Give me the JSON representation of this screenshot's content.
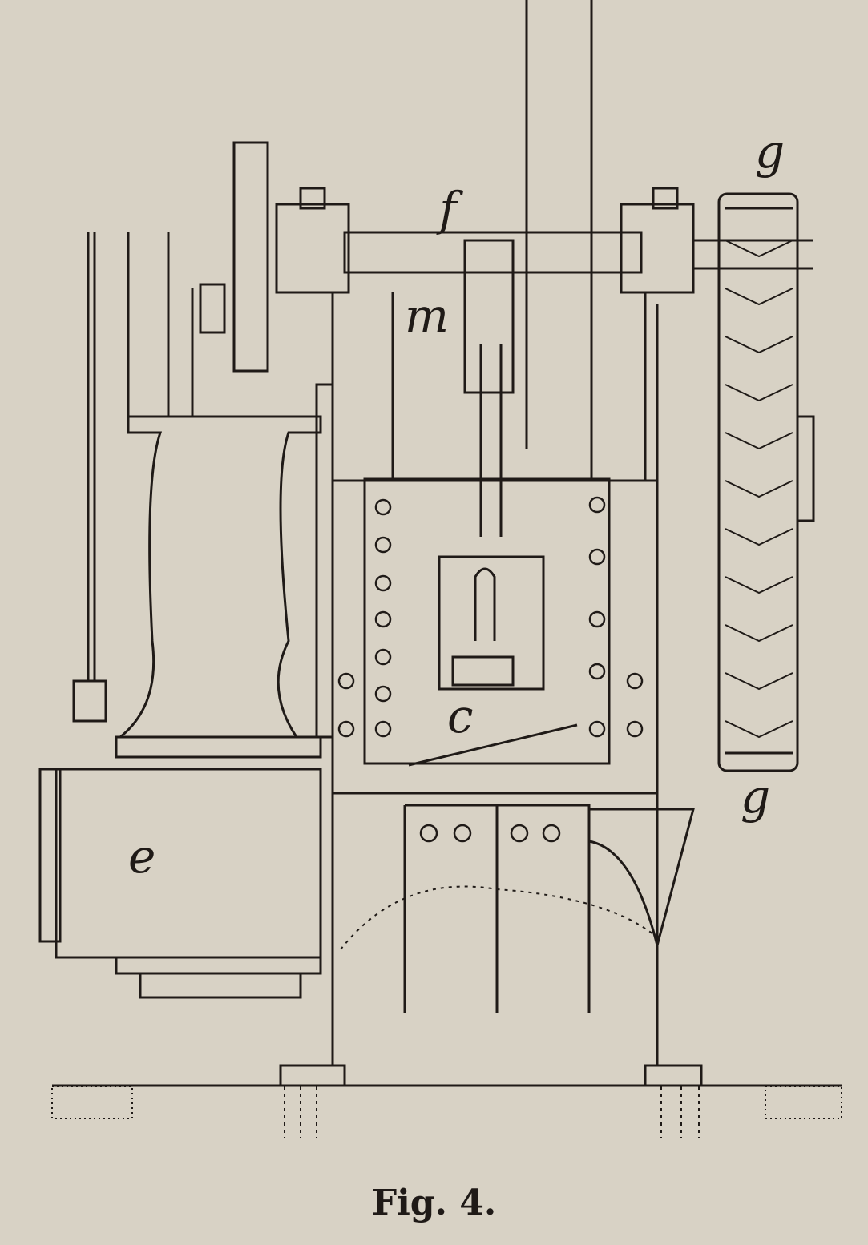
{
  "figure": {
    "caption": "Fig. 4.",
    "labels": {
      "f": "f",
      "g_top": "g",
      "g_bottom": "g",
      "m": "m",
      "c": "c",
      "e": "e"
    }
  },
  "colors": {
    "paper": "#d8d2c5",
    "ink": "#1f1a17"
  }
}
